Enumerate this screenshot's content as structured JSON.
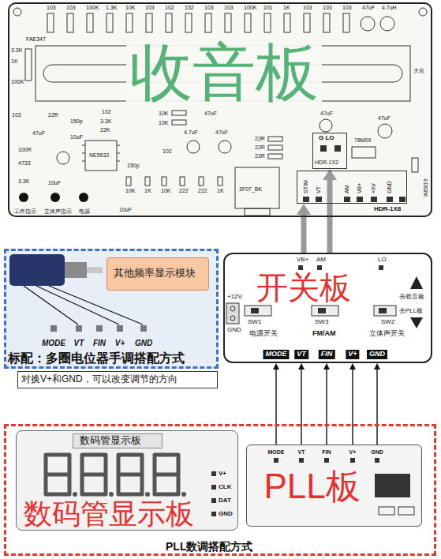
{
  "diagram": {
    "nodes": [
      {
        "text": [
          "收音板"
        ]
      },
      {
        "text": [
          "G LO",
          "HDR-1X2"
        ],
        "in": 0
      },
      {
        "text": [
          "HDR-1X8"
        ],
        "in": 0
      },
      {
        "text": [
          "标配：多圈电位器手调搭配方式"
        ]
      },
      {
        "text": [
          "其他频率显示模块"
        ],
        "in": 3
      },
      {
        "text": [
          "开关板"
        ]
      },
      {
        "text": [
          "对换V+和GND，可以改变调节的方向"
        ]
      },
      {
        "text": [
          "PLL数调搭配方式"
        ]
      },
      {
        "text": [
          "数码管显示板"
        ],
        "in": 7
      },
      {
        "text": [
          "数码管显示板"
        ],
        "in": 8
      },
      {
        "text": [
          "PLL板"
        ],
        "in": 7
      }
    ],
    "edges": [
      {
        "from": 5,
        "to": 1,
        "arrow": "to"
      },
      {
        "from": 5,
        "to": 2,
        "arrow": "to"
      },
      {
        "from": 10,
        "to": 5,
        "arrow": "to"
      },
      {
        "from": 10,
        "to": 5,
        "arrow": "to"
      },
      {
        "from": 10,
        "to": 5,
        "arrow": "to"
      },
      {
        "from": 10,
        "to": 5,
        "arrow": "to"
      },
      {
        "from": 10,
        "to": 5,
        "arrow": "to"
      }
    ],
    "labels": [
      "103",
      "103",
      "100K",
      "1.3K",
      "10K",
      "103",
      "102",
      "152",
      "103",
      "103",
      "100K",
      "101",
      "1K",
      "103",
      "103",
      "103",
      "47uF",
      "4.7uH",
      "FAE347",
      "3.3K",
      "1K",
      "100K",
      "大坑",
      "103",
      "22R",
      "150p",
      "102",
      "3.3K",
      "22K",
      "10K",
      "10K",
      "47uF",
      "4.7uF",
      "47uF",
      "22R",
      "22R",
      "22R",
      "47uF",
      "47uF",
      "78M09",
      "47uF",
      "10uF",
      "NE5532",
      "100R",
      "4733",
      "3.3K",
      "10uF",
      "150p",
      "102",
      "10K",
      "1K",
      "10K",
      "222",
      "222",
      "1K",
      "10uF",
      "3F07_BK",
      "ST/M",
      "VT",
      "AM",
      "VB+",
      "+9V",
      "GND",
      "IN5819",
      "工作指示",
      "立体声指示",
      "电源",
      "VB+",
      "AM",
      "LO",
      "+12V",
      "GND",
      "SW1",
      "SW3",
      "SW2",
      "电源开关",
      "FM/AM",
      "立体声开关",
      "去收音板",
      "去PLL板",
      "MODE",
      "VT",
      "FIN",
      "V+",
      "GND",
      "MODE",
      "VT",
      "FIN",
      "V+",
      "GND",
      "V+",
      "CLK",
      "DAT",
      "GND",
      "MODE",
      "VT",
      "FIN",
      "V+",
      "GND"
    ]
  }
}
